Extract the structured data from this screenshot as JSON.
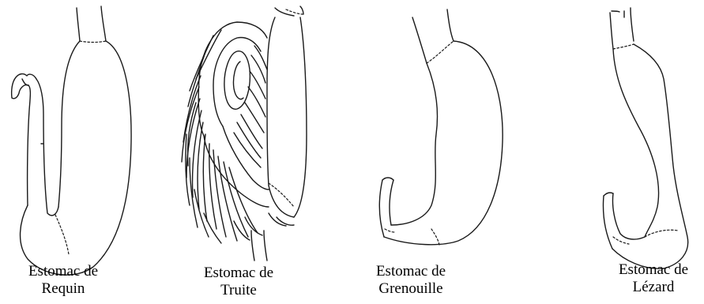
{
  "figures": [
    {
      "id": "requin",
      "line1": "Estomac de",
      "line2": "Requin"
    },
    {
      "id": "truite",
      "line1": "Estomac de",
      "line2": "Truite"
    },
    {
      "id": "grenouille",
      "line1": "Estomac de",
      "line2": "Grenouille"
    },
    {
      "id": "lezard",
      "line1": "Estomac de",
      "line2": "Lézard"
    }
  ]
}
